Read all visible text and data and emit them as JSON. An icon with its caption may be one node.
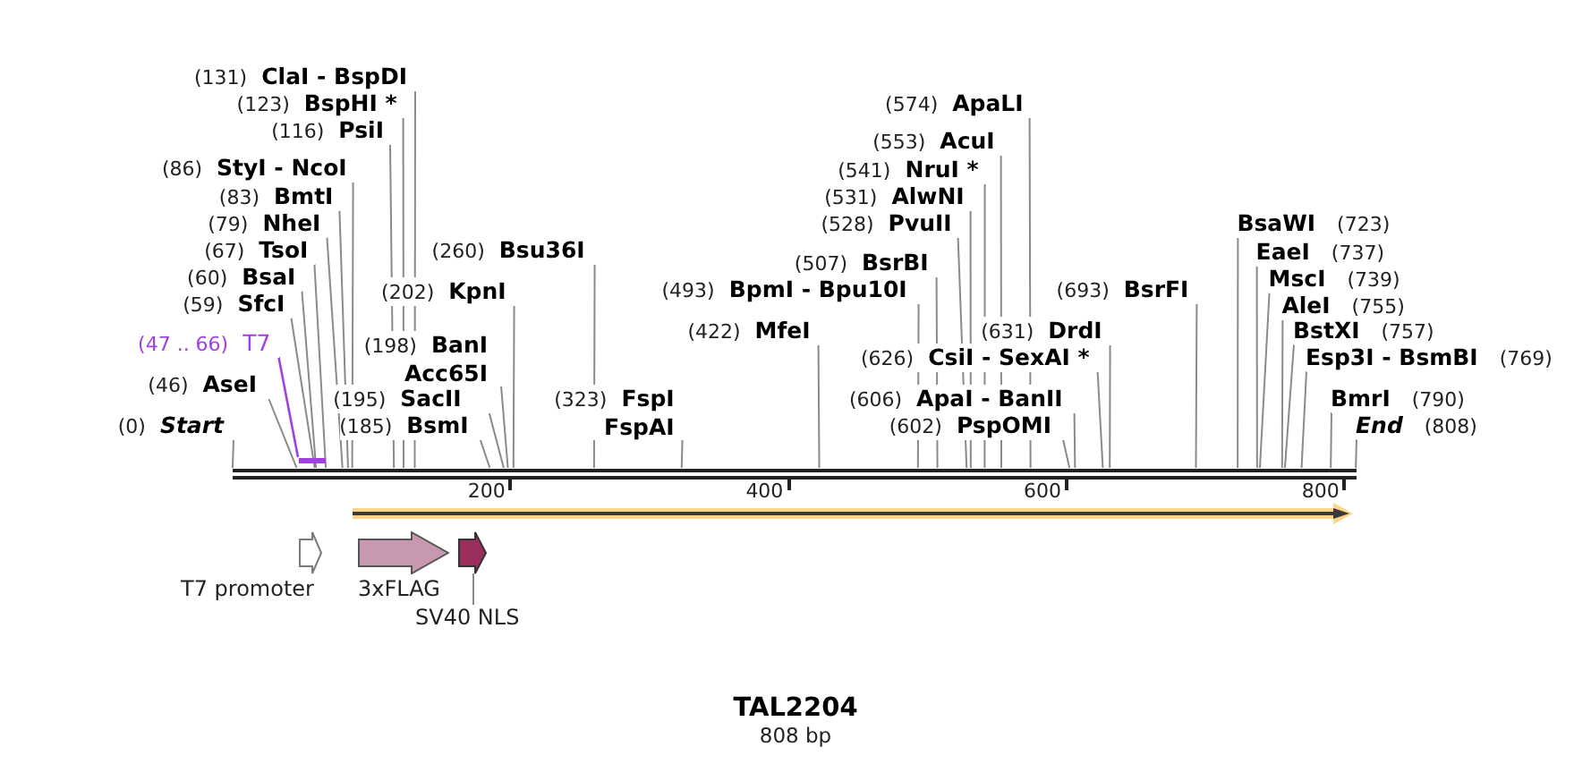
{
  "diagram": {
    "title": "TAL2204",
    "caption": "808 bp",
    "nodes": [
      {
        "text": [
          "(131)",
          "ClaI - BspDI"
        ]
      },
      {
        "text": [
          "(123)",
          "BspHI *"
        ]
      },
      {
        "text": [
          "(574)",
          "ApaLI"
        ]
      },
      {
        "text": [
          "(116)",
          "PsiI"
        ]
      },
      {
        "text": [
          "(553)",
          "AcuI"
        ]
      },
      {
        "text": [
          "(86)",
          "StyI - NcoI"
        ]
      },
      {
        "text": [
          "(541)",
          "NruI *"
        ]
      },
      {
        "text": [
          "(83)",
          "BmtI"
        ]
      },
      {
        "text": [
          "(531)",
          "AlwNI"
        ]
      },
      {
        "text": [
          "(79)",
          "NheI"
        ]
      },
      {
        "text": [
          "(528)",
          "PvuII"
        ]
      },
      {
        "text": [
          "BsaWI",
          "(723)"
        ]
      },
      {
        "text": [
          "(67)",
          "TsoI"
        ]
      },
      {
        "text": [
          "(260)",
          "Bsu36I"
        ]
      },
      {
        "text": [
          "EaeI",
          "(737)"
        ]
      },
      {
        "text": [
          "(507)",
          "BsrBI"
        ]
      },
      {
        "text": [
          "(60)",
          "BsaI"
        ]
      },
      {
        "text": [
          "MscI",
          "(739)"
        ]
      },
      {
        "text": [
          "(202)",
          "KpnI"
        ]
      },
      {
        "text": [
          "(493)",
          "BpmI - Bpu10I"
        ]
      },
      {
        "text": [
          "(693)",
          "BsrFI"
        ]
      },
      {
        "text": [
          "(59)",
          "SfcI"
        ]
      },
      {
        "text": [
          "AleI",
          "(755)"
        ]
      },
      {
        "text": [
          "(422)",
          "MfeI"
        ]
      },
      {
        "text": [
          "(631)",
          "DrdI"
        ]
      },
      {
        "text": [
          "BstXI",
          "(757)"
        ]
      },
      {
        "text": [
          "(47 .. 66)",
          "T7"
        ]
      },
      {
        "text": [
          "(198)",
          "BanI",
          "Acc65I"
        ]
      },
      {
        "text": [
          "(626)",
          "CsiI - SexAI *"
        ]
      },
      {
        "text": [
          "Esp3I - BsmBI",
          "(769)"
        ]
      },
      {
        "text": [
          "(46)",
          "AseI"
        ]
      },
      {
        "text": [
          "(195)",
          "SacII"
        ]
      },
      {
        "text": [
          "(323)",
          "FspI",
          "FspAI"
        ]
      },
      {
        "text": [
          "(606)",
          "ApaI - BanII"
        ]
      },
      {
        "text": [
          "BmrI",
          "(790)"
        ]
      },
      {
        "text": [
          "(0)",
          "Start"
        ]
      },
      {
        "text": [
          "(185)",
          "BsmI"
        ]
      },
      {
        "text": [
          "(602)",
          "PspOMI"
        ]
      },
      {
        "text": [
          "End",
          "(808)"
        ]
      },
      {
        "text": [],
        "shape": "bar"
      },
      {
        "text": [],
        "shape": "bar"
      },
      {
        "text": [],
        "shape": "arrow"
      },
      {
        "text": [],
        "shape": "arrow",
        "beside": [
          "T7 promoter"
        ]
      },
      {
        "text": [],
        "shape": "arrow",
        "beside": [
          "3xFLAG"
        ]
      },
      {
        "text": [],
        "shape": "arrow"
      },
      {
        "text": [
          "SV40 NLS"
        ]
      }
    ],
    "edges": [
      {
        "from": 0,
        "to": 39,
        "arrow": "none"
      },
      {
        "from": 1,
        "to": 39,
        "arrow": "none"
      },
      {
        "from": 2,
        "to": 39,
        "arrow": "none"
      },
      {
        "from": 3,
        "to": 39,
        "arrow": "none"
      },
      {
        "from": 4,
        "to": 39,
        "arrow": "none"
      },
      {
        "from": 5,
        "to": 39,
        "arrow": "none"
      },
      {
        "from": 6,
        "to": 39,
        "arrow": "none"
      },
      {
        "from": 7,
        "to": 39,
        "arrow": "none"
      },
      {
        "from": 8,
        "to": 39,
        "arrow": "none"
      },
      {
        "from": 9,
        "to": 39,
        "arrow": "none"
      },
      {
        "from": 10,
        "to": 39,
        "arrow": "none"
      },
      {
        "from": 11,
        "to": 39,
        "arrow": "none"
      },
      {
        "from": 12,
        "to": 39,
        "arrow": "none"
      },
      {
        "from": 13,
        "to": 39,
        "arrow": "none"
      },
      {
        "from": 14,
        "to": 39,
        "arrow": "none"
      },
      {
        "from": 15,
        "to": 39,
        "arrow": "none"
      },
      {
        "from": 16,
        "to": 39,
        "arrow": "none"
      },
      {
        "from": 17,
        "to": 39,
        "arrow": "none"
      },
      {
        "from": 18,
        "to": 39,
        "arrow": "none"
      },
      {
        "from": 19,
        "to": 39,
        "arrow": "none"
      },
      {
        "from": 20,
        "to": 39,
        "arrow": "none"
      },
      {
        "from": 21,
        "to": 39,
        "arrow": "none"
      },
      {
        "from": 22,
        "to": 39,
        "arrow": "none"
      },
      {
        "from": 23,
        "to": 39,
        "arrow": "none"
      },
      {
        "from": 24,
        "to": 39,
        "arrow": "none"
      },
      {
        "from": 25,
        "to": 39,
        "arrow": "none"
      },
      {
        "from": 26,
        "to": 40,
        "arrow": "none",
        "color": "#a040e0"
      },
      {
        "from": 27,
        "to": 39,
        "arrow": "none"
      },
      {
        "from": 28,
        "to": 39,
        "arrow": "none"
      },
      {
        "from": 29,
        "to": 39,
        "arrow": "none"
      },
      {
        "from": 30,
        "to": 39,
        "arrow": "none"
      },
      {
        "from": 31,
        "to": 39,
        "arrow": "none"
      },
      {
        "from": 32,
        "to": 39,
        "arrow": "none"
      },
      {
        "from": 33,
        "to": 39,
        "arrow": "none"
      },
      {
        "from": 34,
        "to": 39,
        "arrow": "none"
      },
      {
        "from": 35,
        "to": 39,
        "arrow": "none"
      },
      {
        "from": 36,
        "to": 39,
        "arrow": "none"
      },
      {
        "from": 37,
        "to": 39,
        "arrow": "none"
      },
      {
        "from": 38,
        "to": 39,
        "arrow": "none"
      },
      {
        "from": 45,
        "to": 44,
        "arrow": "none"
      }
    ],
    "labels": [
      "200",
      "400",
      "600",
      "800"
    ]
  }
}
